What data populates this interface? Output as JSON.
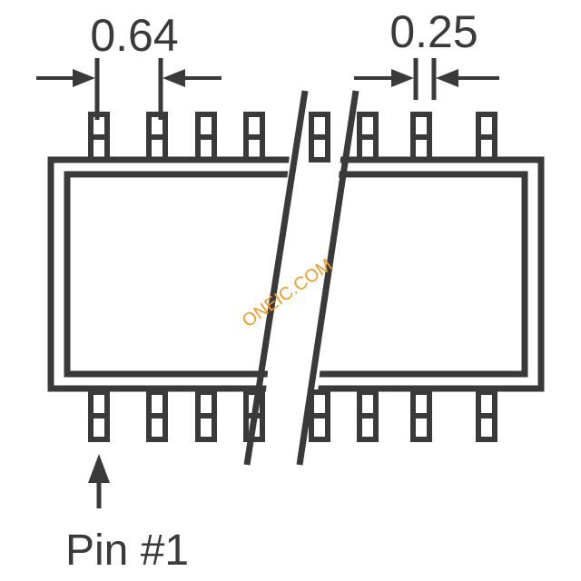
{
  "dimensions": {
    "pin_pitch": "0.64",
    "pin_width": "0.25"
  },
  "pin_label": "Pin #1",
  "watermark": "ONEIC.COM",
  "colors": {
    "stroke": "#3a3a3a",
    "watermark": "#f59a23",
    "background": "#ffffff"
  }
}
